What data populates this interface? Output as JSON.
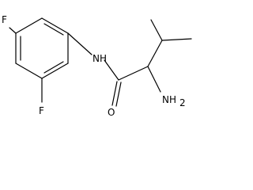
{
  "molecule": {
    "atoms": {
      "fluorine_top": "F",
      "fluorine_bottom": "F",
      "amide_nitrogen": "NH",
      "amine_group": "NH",
      "amine_subscript": "2",
      "carbonyl_oxygen": "O"
    }
  }
}
